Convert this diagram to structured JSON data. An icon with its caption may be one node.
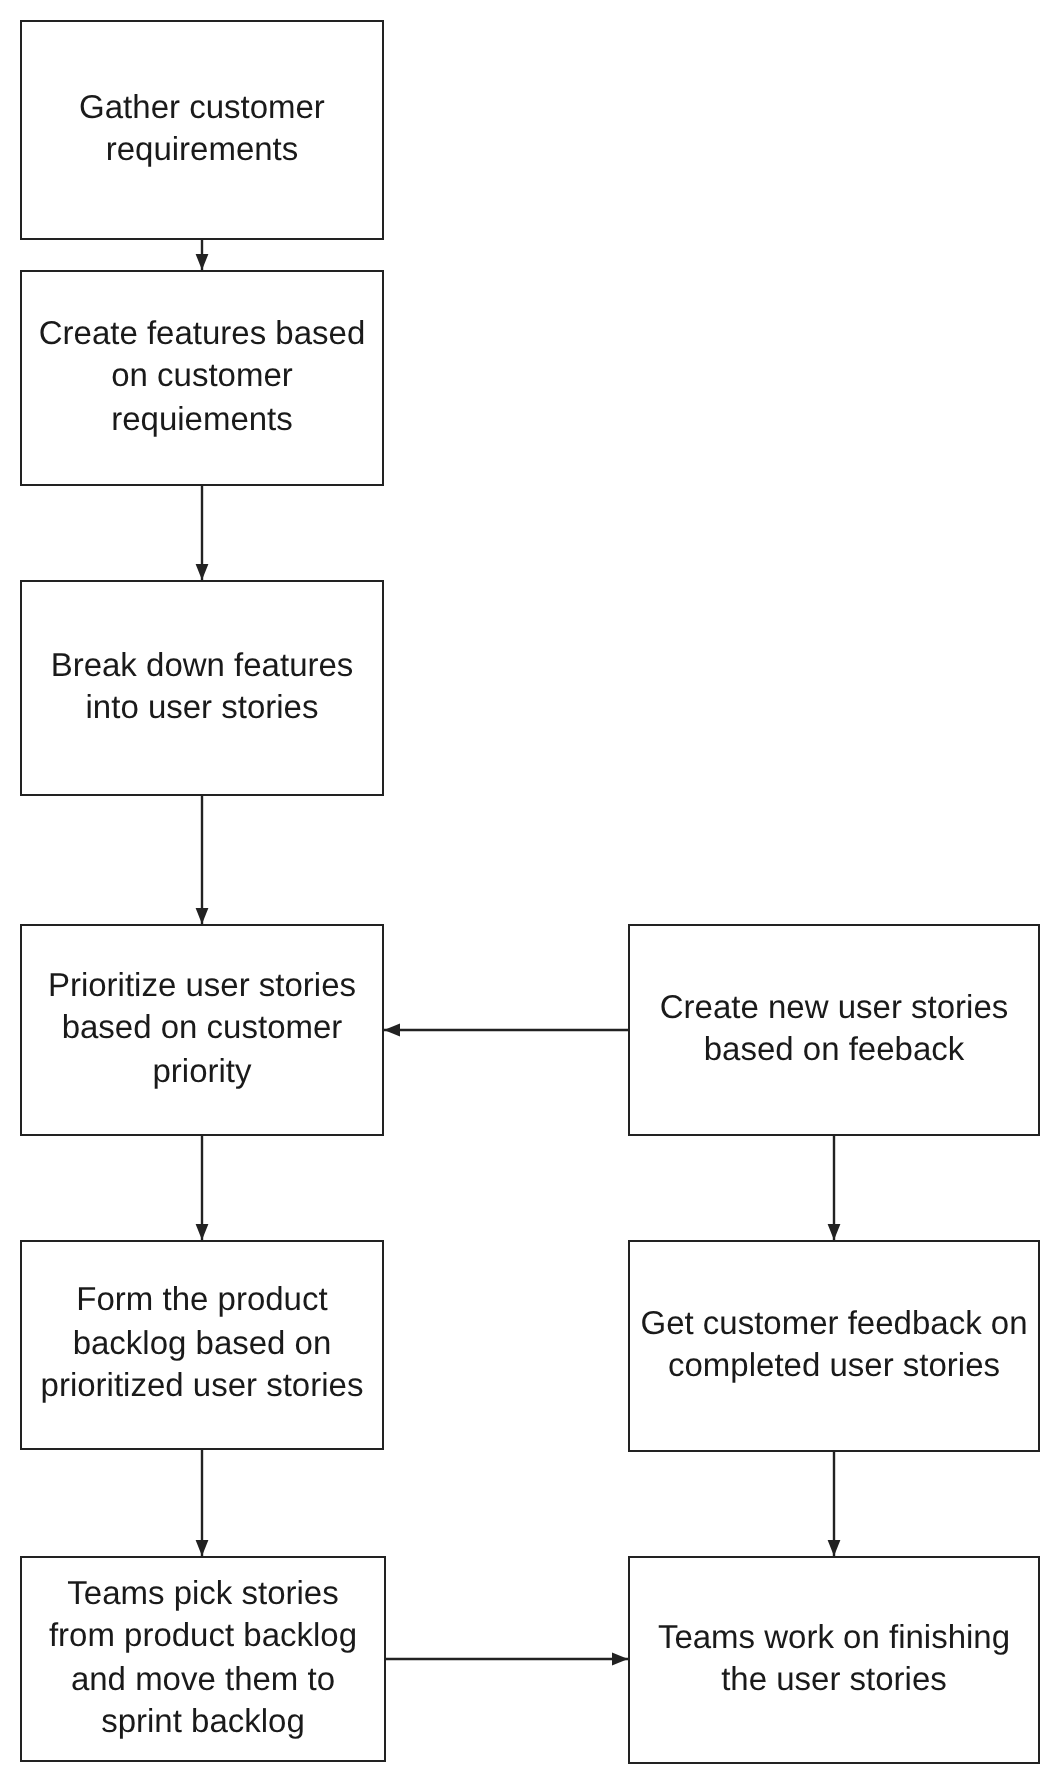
{
  "diagram": {
    "nodes": [
      {
        "text": [
          "Gather customer requirements"
        ]
      },
      {
        "text": [
          "Create features based  on customer requiements"
        ]
      },
      {
        "text": [
          "Break down features into user stories"
        ]
      },
      {
        "text": [
          "Prioritize user stories based on customer priority"
        ]
      },
      {
        "text": [
          "Create new user stories based on feeback"
        ]
      },
      {
        "text": [
          "Form the product backlog based on prioritized user stories"
        ]
      },
      {
        "text": [
          "Get customer feedback on completed user stories"
        ]
      },
      {
        "text": [
          "Teams pick stories from product backlog and move them to sprint backlog"
        ]
      },
      {
        "text": [
          "Teams work on finishing the user stories"
        ]
      }
    ],
    "edges": [
      {
        "from": 0,
        "to": 1,
        "arrow": "to"
      },
      {
        "from": 1,
        "to": 2,
        "arrow": "to"
      },
      {
        "from": 2,
        "to": 3,
        "arrow": "to"
      },
      {
        "from": 4,
        "to": 3,
        "arrow": "to"
      },
      {
        "from": 3,
        "to": 5,
        "arrow": "to"
      },
      {
        "from": 4,
        "to": 6,
        "arrow": "to"
      },
      {
        "from": 5,
        "to": 7,
        "arrow": "to"
      },
      {
        "from": 6,
        "to": 8,
        "arrow": "to"
      },
      {
        "from": 7,
        "to": 8,
        "arrow": "to"
      }
    ]
  }
}
